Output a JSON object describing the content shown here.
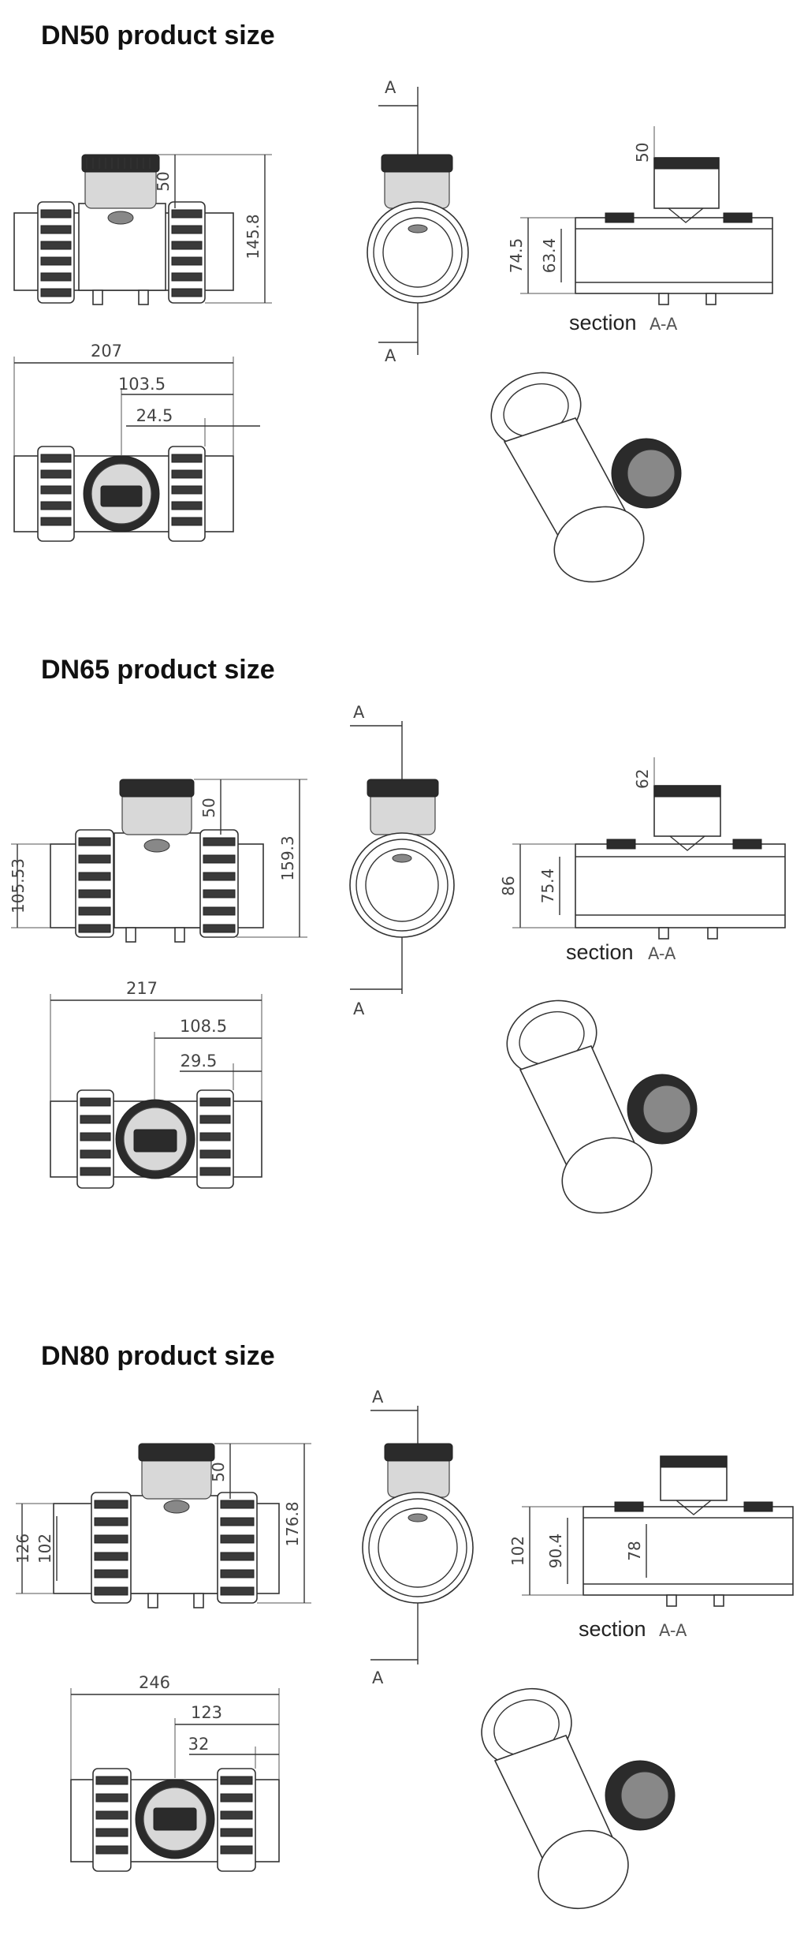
{
  "sections": [
    {
      "id": "dn50",
      "title": "DN50 product size",
      "front": {
        "width_label": "207",
        "half_label": "103.5",
        "offset_label": "24.5",
        "height_label": "145.8",
        "head_label": "50",
        "outer_label": "",
        "inner_label": ""
      },
      "side": {
        "cut_top": "A",
        "cut_bottom": "A"
      },
      "cross": {
        "head_label": "50",
        "outer_label": "74.5",
        "inner_label": "63.4",
        "caption": "section",
        "caption_suffix": "A-A"
      }
    },
    {
      "id": "dn65",
      "title": "DN65 product size",
      "front": {
        "width_label": "217",
        "half_label": "108.5",
        "offset_label": "29.5",
        "height_label": "159.3",
        "head_label": "50",
        "outer_label": "105.53",
        "inner_label": ""
      },
      "side": {
        "cut_top": "A",
        "cut_bottom": "A"
      },
      "cross": {
        "head_label": "62",
        "outer_label": "86",
        "inner_label": "75.4",
        "caption": "section",
        "caption_suffix": "A-A"
      }
    },
    {
      "id": "dn80",
      "title": "DN80 product size",
      "front": {
        "width_label": "246",
        "half_label": "123",
        "offset_label": "32",
        "height_label": "176.8",
        "head_label": "50",
        "outer_label": "126",
        "inner_label": "102"
      },
      "side": {
        "cut_top": "A",
        "cut_bottom": "A"
      },
      "cross": {
        "head_label": "",
        "outer_label": "102",
        "inner_label": "90.4",
        "extra_label": "78",
        "caption": "section",
        "caption_suffix": "A-A"
      }
    }
  ]
}
